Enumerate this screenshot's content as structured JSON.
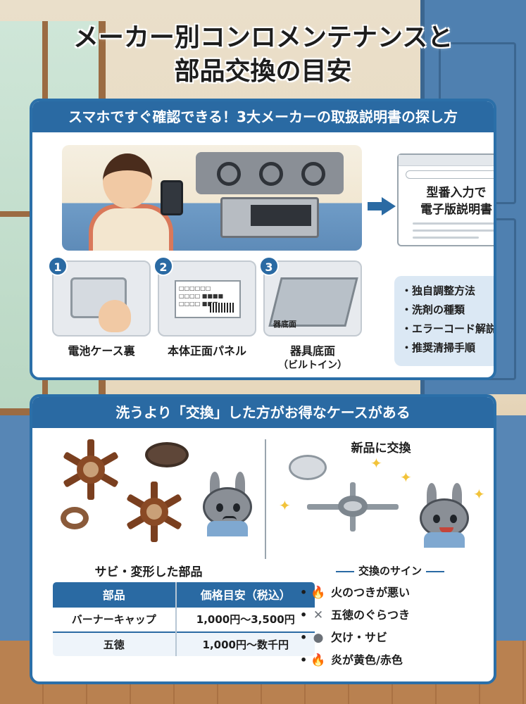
{
  "title_line1": "メーカー別コンロメンテナンスと",
  "title_line2": "部品交換の目安",
  "section1": {
    "heading": "スマホですぐ確認できる！3大メーカーの取扱説明書の探し方",
    "browser_text_line1": "型番入力で",
    "browser_text_line2": "電子版説明書",
    "steps": [
      {
        "num": "1",
        "label": "電池ケース裏",
        "sub": ""
      },
      {
        "num": "2",
        "label": "本体正面パネル",
        "sub": ""
      },
      {
        "num": "3",
        "label": "器具底面",
        "sub": "（ビルトイン）"
      }
    ],
    "under_label": "器底面",
    "bullets": [
      "・独自調整方法",
      "・洗剤の種類",
      "・エラーコード解説",
      "・推奨清掃手順"
    ]
  },
  "section2": {
    "heading": "洗うより「交換」した方がお得なケースがある",
    "left_caption": "サビ・変形した部品",
    "right_caption": "新品に交換",
    "table": {
      "headers": [
        "部品",
        "価格目安（税込）"
      ],
      "rows": [
        [
          "バーナーキャップ",
          "1,000円〜3,500円"
        ],
        [
          "五徳",
          "1,000円〜数千円"
        ]
      ]
    },
    "signs_title": "交換のサイン",
    "signs": [
      {
        "icon": "flame-icon",
        "glyph": "🔥",
        "text": "火のつきが悪い"
      },
      {
        "icon": "wobble-grate-icon",
        "glyph": "✕",
        "text": "五徳のぐらつき"
      },
      {
        "icon": "chip-rust-icon",
        "glyph": "●",
        "text": "欠け・サビ"
      },
      {
        "icon": "flame-icon",
        "glyph": "🔥",
        "text": "炎が黄色/赤色"
      }
    ]
  }
}
